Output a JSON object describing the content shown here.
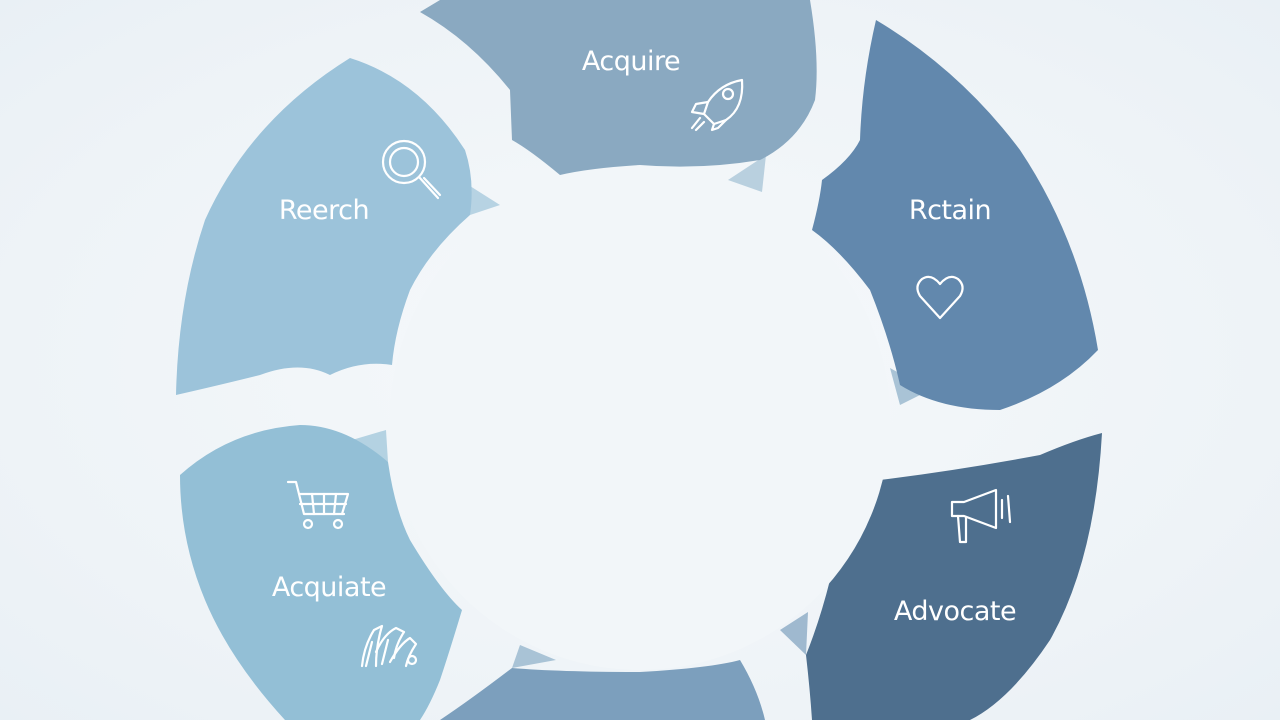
{
  "diagram": {
    "segments": [
      {
        "id": "acquire-top",
        "label": "Acquire",
        "icon": "rocket-icon",
        "color": "#8aa9c1"
      },
      {
        "id": "retain",
        "label": "Rctain",
        "icon": "heart-icon",
        "color": "#6288ad"
      },
      {
        "id": "advocate",
        "label": "Advocate",
        "icon": "megaphone-icon",
        "color": "#4e6f8e"
      },
      {
        "id": "bottom",
        "label": "",
        "icon": "",
        "color": "#7c9fbd"
      },
      {
        "id": "acquiate",
        "label": "Acquiate",
        "icon": "cart-icon",
        "color": "#93bfd6"
      },
      {
        "id": "research",
        "label": "Reerch",
        "icon": "magnifier-icon",
        "color": "#9cc3da"
      }
    ],
    "background_color": "#eef3f7",
    "center_color": "#f2f6f9"
  }
}
